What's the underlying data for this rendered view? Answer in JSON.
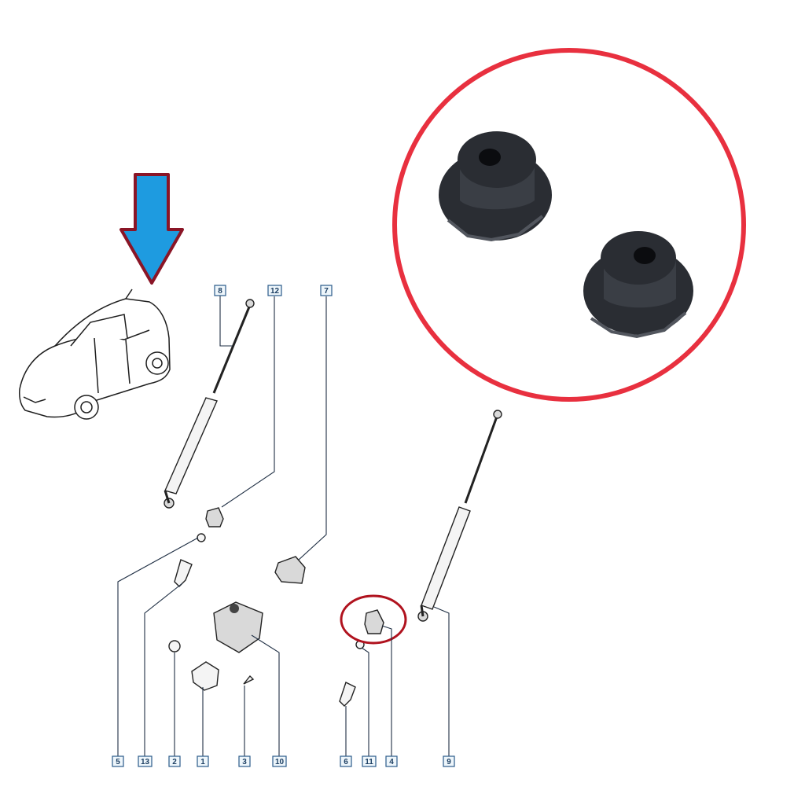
{
  "callouts": [
    {
      "id": "c8",
      "label": "8"
    },
    {
      "id": "c12",
      "label": "12"
    },
    {
      "id": "c7",
      "label": "7"
    },
    {
      "id": "c5",
      "label": "5"
    },
    {
      "id": "c13",
      "label": "13"
    },
    {
      "id": "c2",
      "label": "2"
    },
    {
      "id": "c1",
      "label": "1"
    },
    {
      "id": "c3",
      "label": "3"
    },
    {
      "id": "c10",
      "label": "10"
    },
    {
      "id": "c6",
      "label": "6"
    },
    {
      "id": "c11",
      "label": "11"
    },
    {
      "id": "c4",
      "label": "4"
    },
    {
      "id": "c9",
      "label": "9"
    }
  ],
  "colors": {
    "arrow_fill": "#1e9be0",
    "arrow_outline": "#8a1526",
    "zoom_circle": "#e8303f",
    "highlight_circle": "#b0121e",
    "part_photo": "#2a2d33",
    "callout_border": "#2b5a8a"
  },
  "icons": {
    "pointer": "down-arrow-icon",
    "vehicle": "car-outline-icon"
  }
}
